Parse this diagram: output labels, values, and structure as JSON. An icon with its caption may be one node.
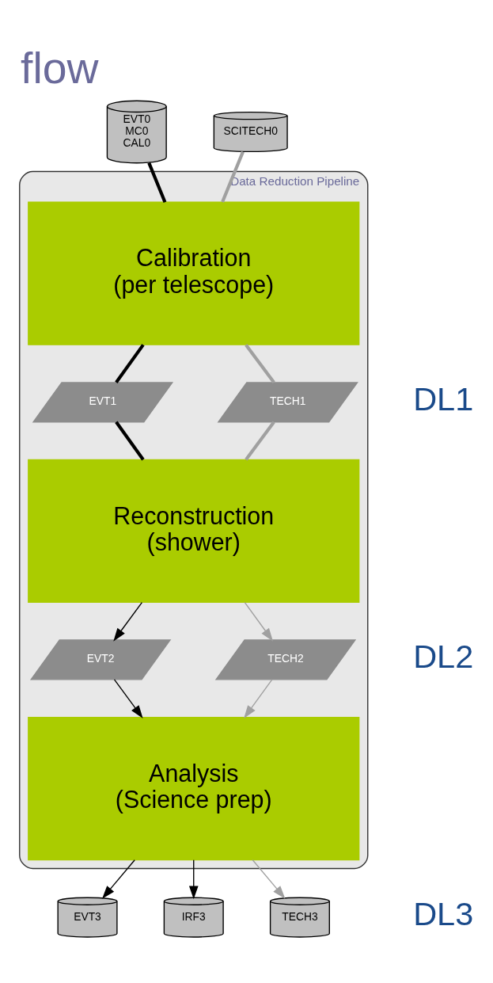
{
  "diagram": {
    "title": "flow",
    "nodes": [
      {
        "text": [
          "Data Reduction Pipeline"
        ]
      },
      {
        "text": [
          "EVT0 MC0 CAL0"
        ]
      },
      {
        "text": [
          "SCITECH0"
        ]
      },
      {
        "text": [
          "Calibration (per telescope)"
        ],
        "in": 0
      },
      {
        "text": [
          "EVT1"
        ],
        "in": 0
      },
      {
        "text": [
          "TECH1"
        ],
        "in": 0
      },
      {
        "text": [
          "Reconstruction (shower)"
        ],
        "in": 0
      },
      {
        "text": [
          "EVT2"
        ],
        "in": 0
      },
      {
        "text": [
          "TECH2"
        ],
        "in": 0
      },
      {
        "text": [
          "Analysis (Science prep)"
        ],
        "in": 0
      },
      {
        "text": [
          "EVT3"
        ]
      },
      {
        "text": [
          "IRF3"
        ]
      },
      {
        "text": [
          "TECH3"
        ]
      }
    ],
    "edges": [
      {
        "from": 1,
        "to": 3,
        "arrow": "none",
        "style": "thick"
      },
      {
        "from": 2,
        "to": 3,
        "arrow": "none",
        "style": "thick",
        "color": "#a0a0a0"
      },
      {
        "from": 3,
        "to": 4,
        "arrow": "none",
        "style": "thick"
      },
      {
        "from": 3,
        "to": 5,
        "arrow": "none",
        "style": "thick",
        "color": "#a0a0a0"
      },
      {
        "from": 4,
        "to": 6,
        "arrow": "none",
        "style": "thick"
      },
      {
        "from": 5,
        "to": 6,
        "arrow": "none",
        "style": "thick",
        "color": "#a0a0a0"
      },
      {
        "from": 6,
        "to": 7,
        "arrow": "to"
      },
      {
        "from": 6,
        "to": 8,
        "arrow": "to",
        "color": "#a0a0a0"
      },
      {
        "from": 7,
        "to": 9,
        "arrow": "to"
      },
      {
        "from": 8,
        "to": 9,
        "arrow": "to",
        "color": "#a0a0a0"
      },
      {
        "from": 9,
        "to": 10,
        "arrow": "to"
      },
      {
        "from": 9,
        "to": 11,
        "arrow": "to"
      },
      {
        "from": 9,
        "to": 12,
        "arrow": "to",
        "color": "#a0a0a0"
      }
    ],
    "labels": [
      "DL1",
      "DL2",
      "DL3"
    ]
  }
}
